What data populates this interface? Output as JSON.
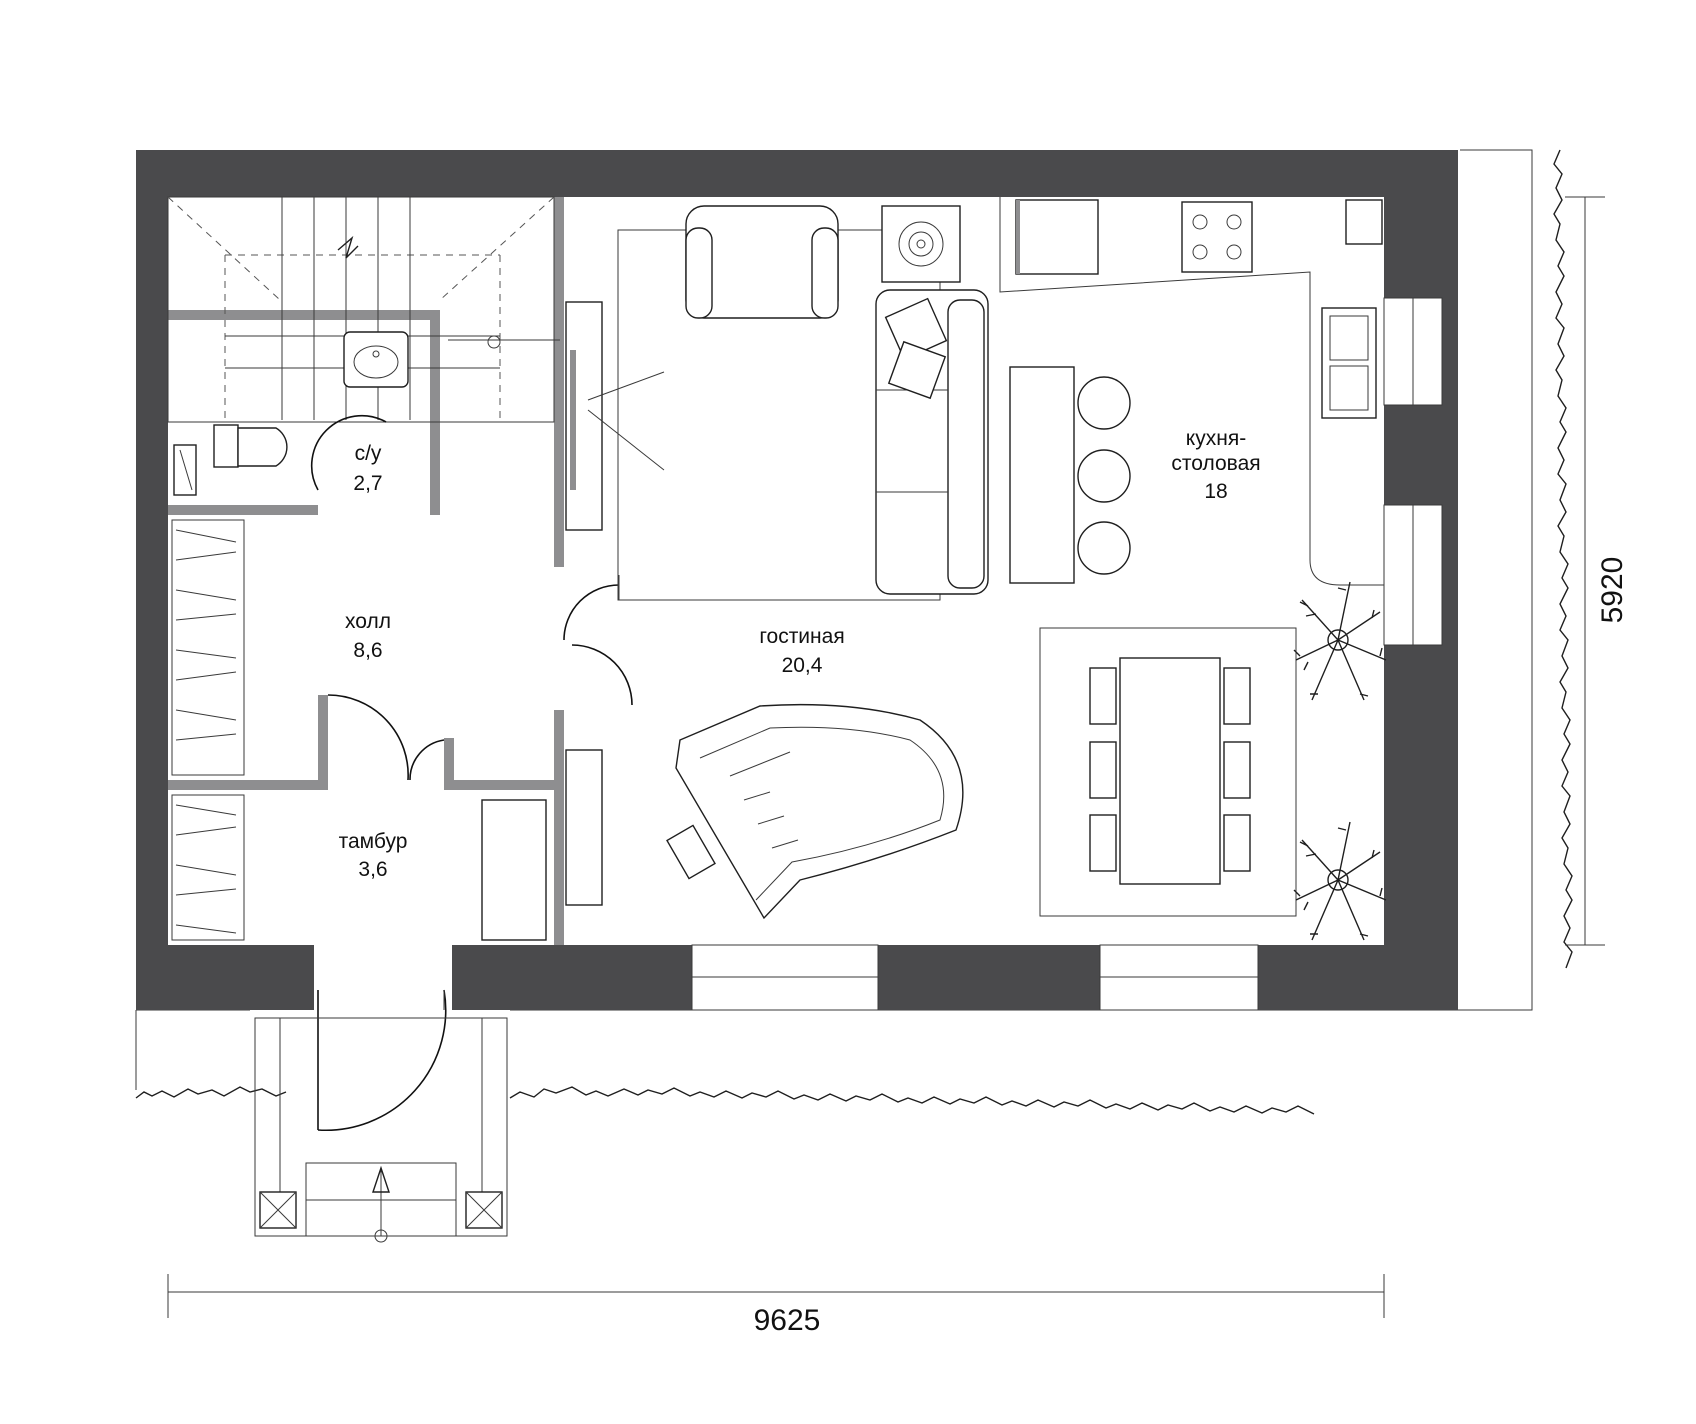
{
  "rooms": {
    "kitchen": {
      "name_line1": "кухня-",
      "name_line2": "столовая",
      "area": "18"
    },
    "living": {
      "name": "гостиная",
      "area": "20,4"
    },
    "hall": {
      "name": "холл",
      "area": "8,6"
    },
    "wc": {
      "name": "с/у",
      "area": "2,7"
    },
    "vestibule": {
      "name": "тамбур",
      "area": "3,6"
    }
  },
  "dimensions": {
    "width": "9625",
    "height": "5920"
  },
  "colors": {
    "wall": "#4a4a4c",
    "line": "#1f1f1f",
    "background": "#ffffff"
  }
}
